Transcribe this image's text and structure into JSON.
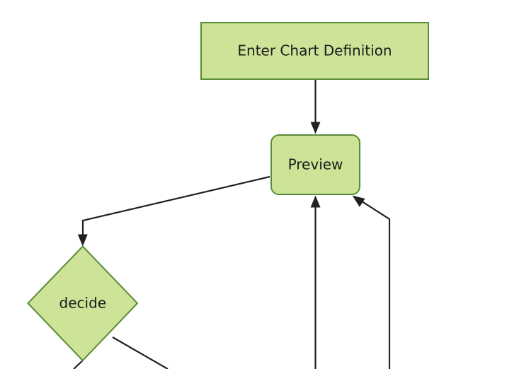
{
  "diagram": {
    "type": "flowchart",
    "direction": "top-down",
    "background_color": "#ffffff",
    "node_fill_color": "#cde498",
    "node_border_color": "#5a8c38",
    "edge_color": "#212121",
    "text_color": "#1a1a1a",
    "nodes": [
      {
        "id": "enter-chart-definition",
        "label": "Enter Chart Definition",
        "shape": "rectangle"
      },
      {
        "id": "preview",
        "label": "Preview",
        "shape": "rounded-rectangle"
      },
      {
        "id": "decide",
        "label": "decide",
        "shape": "diamond"
      }
    ],
    "edges": [
      {
        "id": "edge-enter-to-preview",
        "from": "enter-chart-definition",
        "to": "preview",
        "label": ""
      },
      {
        "id": "edge-preview-to-decide",
        "from": "preview",
        "to": "decide",
        "label": ""
      },
      {
        "id": "edge-return-center-to-preview",
        "from": "",
        "to": "preview",
        "label": ""
      },
      {
        "id": "edge-return-right-to-preview",
        "from": "",
        "to": "preview",
        "label": ""
      },
      {
        "id": "edge-decide-bottom-out",
        "from": "decide",
        "to": "",
        "label": ""
      },
      {
        "id": "edge-decide-right-out",
        "from": "decide",
        "to": "",
        "label": ""
      }
    ]
  }
}
